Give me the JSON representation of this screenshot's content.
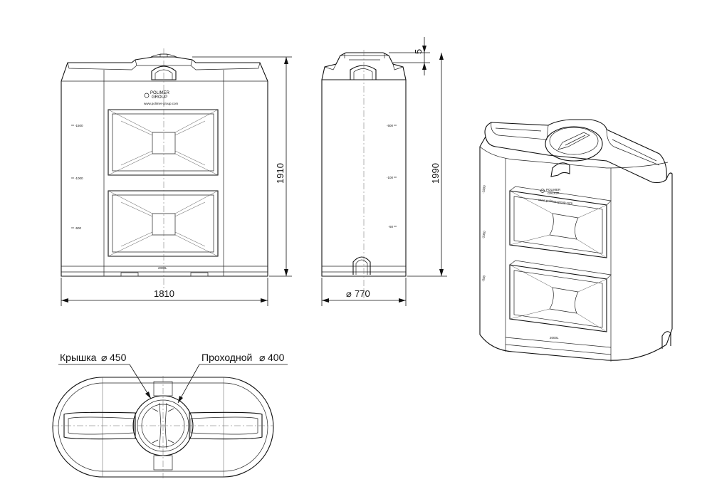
{
  "front_view": {
    "logo_line1": "POLIMER",
    "logo_line2": "GROUP",
    "website": "www.polimer-group.com",
    "level_marks": [
      "-1500",
      "-1000",
      "-500"
    ],
    "volume_label": "2000L",
    "width_dimension": "1810",
    "height_dimension": "1910"
  },
  "side_view": {
    "level_marks": [
      "-500",
      "-100",
      "-50"
    ],
    "diameter_dimension": "770",
    "lid_dimension": "5",
    "height_dimension": "1990"
  },
  "top_view": {
    "lid_callout": "Крышка",
    "lid_diameter": "450",
    "manhole_callout": "Проходной",
    "manhole_diameter": "400"
  },
  "iso_view": {
    "logo_line1": "POLIMER",
    "logo_line2": "GROUP",
    "website": "www.polimer-group.com",
    "level_marks": [
      "-1500",
      "-1000",
      "-500"
    ],
    "volume_label": "2000L"
  },
  "symbols": {
    "diameter": "⌀"
  }
}
